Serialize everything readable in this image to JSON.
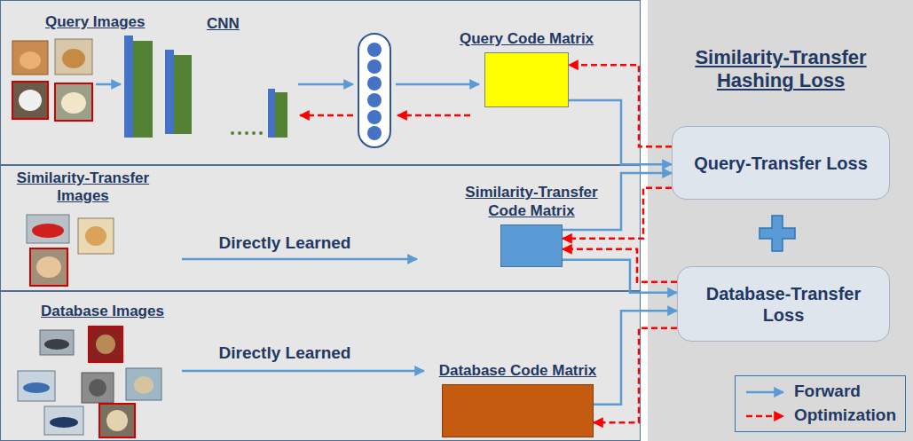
{
  "diagram": {
    "nodes": [
      {
        "text": [
          "Query Images",
          "CNN"
        ]
      },
      {
        "text": [
          "Query Code Matrix"
        ],
        "in": 0
      },
      {
        "text": [
          "Similarity-Transfer Images",
          "Directly Learned"
        ]
      },
      {
        "text": [
          "Similarity-Transfer Code Matrix"
        ],
        "in": 2
      },
      {
        "text": [
          "Database Images",
          "Directly Learned"
        ]
      },
      {
        "text": [
          "Database Code Matrix"
        ],
        "in": 4
      },
      {
        "text": [
          "Similarity-Transfer Hashing Loss"
        ]
      },
      {
        "text": [
          "Query-Transfer Loss"
        ],
        "in": 6
      },
      {
        "text": [
          "Database-Transfer Loss"
        ],
        "in": 6
      }
    ],
    "edges": [
      {
        "from": 1,
        "to": 7,
        "arrow": "to"
      },
      {
        "from": 3,
        "to": 7,
        "arrow": "to"
      },
      {
        "from": 3,
        "to": 8,
        "arrow": "to"
      },
      {
        "from": 5,
        "to": 8,
        "arrow": "to"
      },
      {
        "from": 7,
        "to": 1,
        "arrow": "to"
      },
      {
        "from": 7,
        "to": 3,
        "arrow": "to"
      },
      {
        "from": 8,
        "to": 3,
        "arrow": "to"
      },
      {
        "from": 8,
        "to": 5,
        "arrow": "to"
      }
    ],
    "legend": [
      {
        "text": "Forward"
      },
      {
        "text": "Optimization"
      }
    ]
  }
}
